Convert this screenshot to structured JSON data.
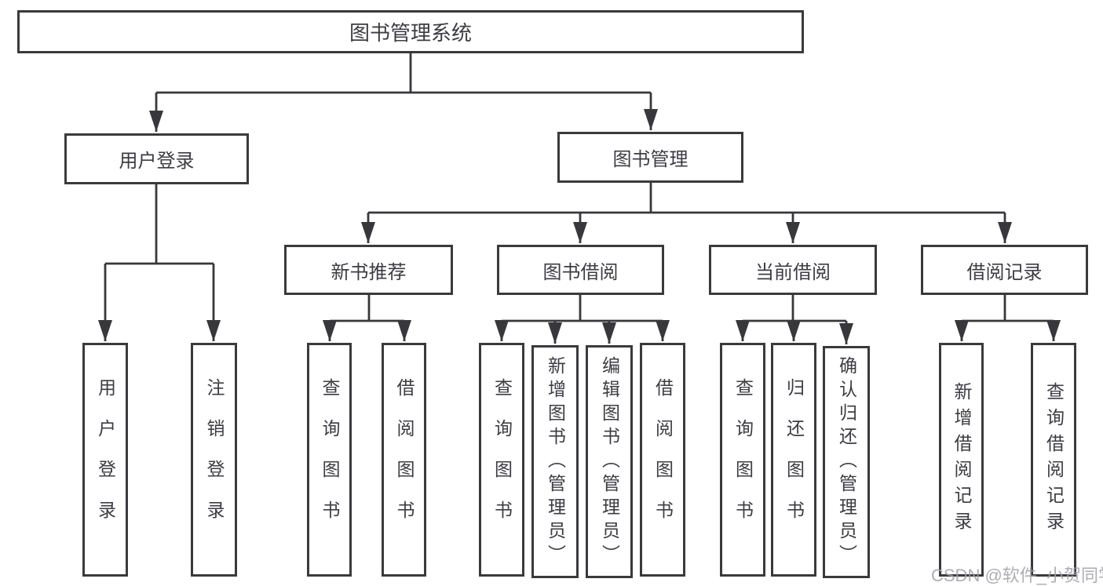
{
  "tree": {
    "label": "图书管理系统",
    "children": [
      {
        "label": "用户登录",
        "children": [
          {
            "label": "用户登录"
          },
          {
            "label": "注销登录"
          }
        ]
      },
      {
        "label": "图书管理",
        "children": [
          {
            "label": "新书推荐",
            "children": [
              {
                "label": "查询图书"
              },
              {
                "label": "借阅图书"
              }
            ]
          },
          {
            "label": "图书借阅",
            "children": [
              {
                "label": "查询图书"
              },
              {
                "label": "新增图书（管理员）"
              },
              {
                "label": "编辑图书（管理员）"
              },
              {
                "label": "借阅图书"
              }
            ]
          },
          {
            "label": "当前借阅",
            "children": [
              {
                "label": "查询图书"
              },
              {
                "label": "归还图书"
              },
              {
                "label": "确认归还（管理员）"
              }
            ]
          },
          {
            "label": "借阅记录",
            "children": [
              {
                "label": "新增借阅记录"
              },
              {
                "label": "查询借阅记录"
              }
            ]
          }
        ]
      }
    ]
  },
  "watermark": "CSDN @软件_小贺同学",
  "colors": {
    "line": "#38383c",
    "box_border": "#3a3a3e",
    "box_fill": "#ffffff",
    "text": "#3c3c44",
    "watermark": "#9da0a6"
  }
}
